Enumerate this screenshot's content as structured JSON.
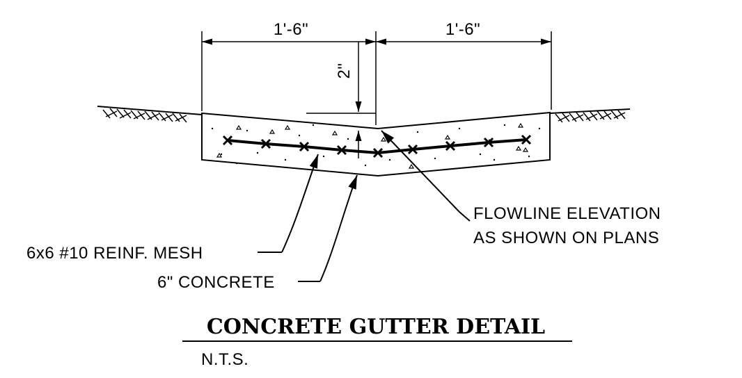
{
  "dimensions": {
    "left_width": "1'-6\"",
    "right_width": "1'-6\"",
    "depth": "2\""
  },
  "callouts": {
    "flowline_line1": "FLOWLINE ELEVATION",
    "flowline_line2": "AS SHOWN ON PLANS",
    "mesh": "6x6 #10 REINF. MESH",
    "concrete": "6\" CONCRETE"
  },
  "title": "CONCRETE GUTTER DETAIL",
  "scale_note": "N.T.S.",
  "colors": {
    "ink": "#000000",
    "background": "#ffffff"
  }
}
